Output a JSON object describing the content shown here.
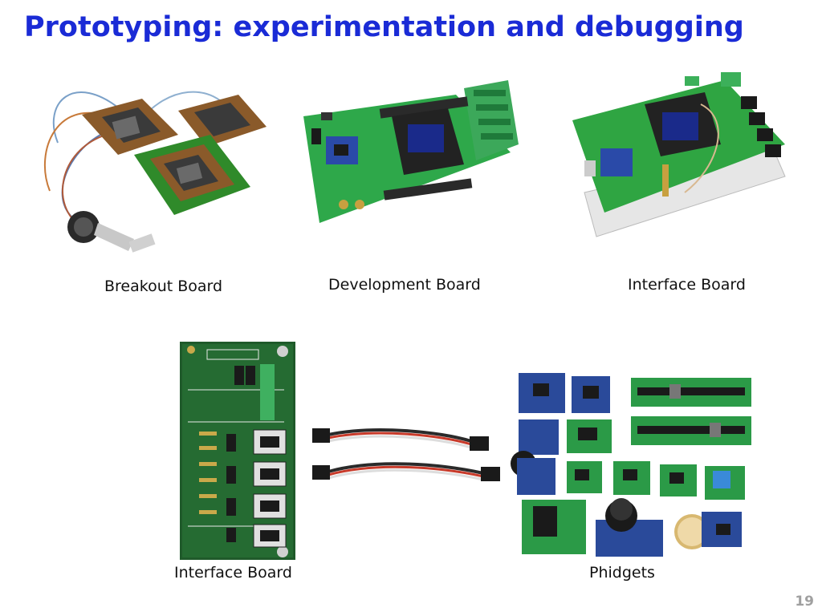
{
  "slide": {
    "title": "Prototyping: experimentation and debugging",
    "page_number": "19"
  },
  "photos": [
    {
      "id": "breakout",
      "caption": "Breakout Board",
      "board_color": "#2f8a2a"
    },
    {
      "id": "development",
      "caption": "Development Board",
      "board_color": "#2ea84a"
    },
    {
      "id": "interface-top",
      "caption": "Interface Board",
      "board_color": "#2fa542"
    },
    {
      "id": "interface-bottom",
      "caption": "Interface Board",
      "board_color": "#1f5a2a"
    },
    {
      "id": "cables",
      "caption": "",
      "board_color": "#333333"
    },
    {
      "id": "phidgets",
      "caption": "Phidgets",
      "board_color": "#2b9a47"
    }
  ]
}
